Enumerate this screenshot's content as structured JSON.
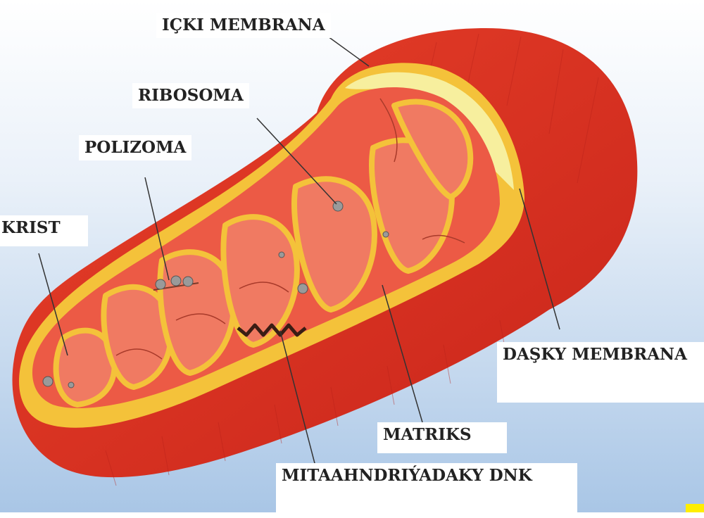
{
  "labels": {
    "inner_membrane": "IÇKI MEMBRANA",
    "ribosome": "RIBOSOMA",
    "polysome": "POLIZOMA",
    "crista": "KRIST",
    "outer_membrane": "DAŞKY MEMBRANA",
    "matrix": "MATRIKS",
    "dna": "MITAAHNDRIÝADAKY DNK"
  },
  "colors": {
    "sky_top": "#ffffff",
    "sky_bottom": "#a9c6e6",
    "outer_membrane": "#e0301e",
    "outer_membrane_dark": "#b71c10",
    "intermembrane": "#f4c23a",
    "inner_space": "#f7ef9e",
    "crista": "#ec5a45",
    "crista_light": "#f6907a",
    "corner_mark": "#ffee00"
  }
}
